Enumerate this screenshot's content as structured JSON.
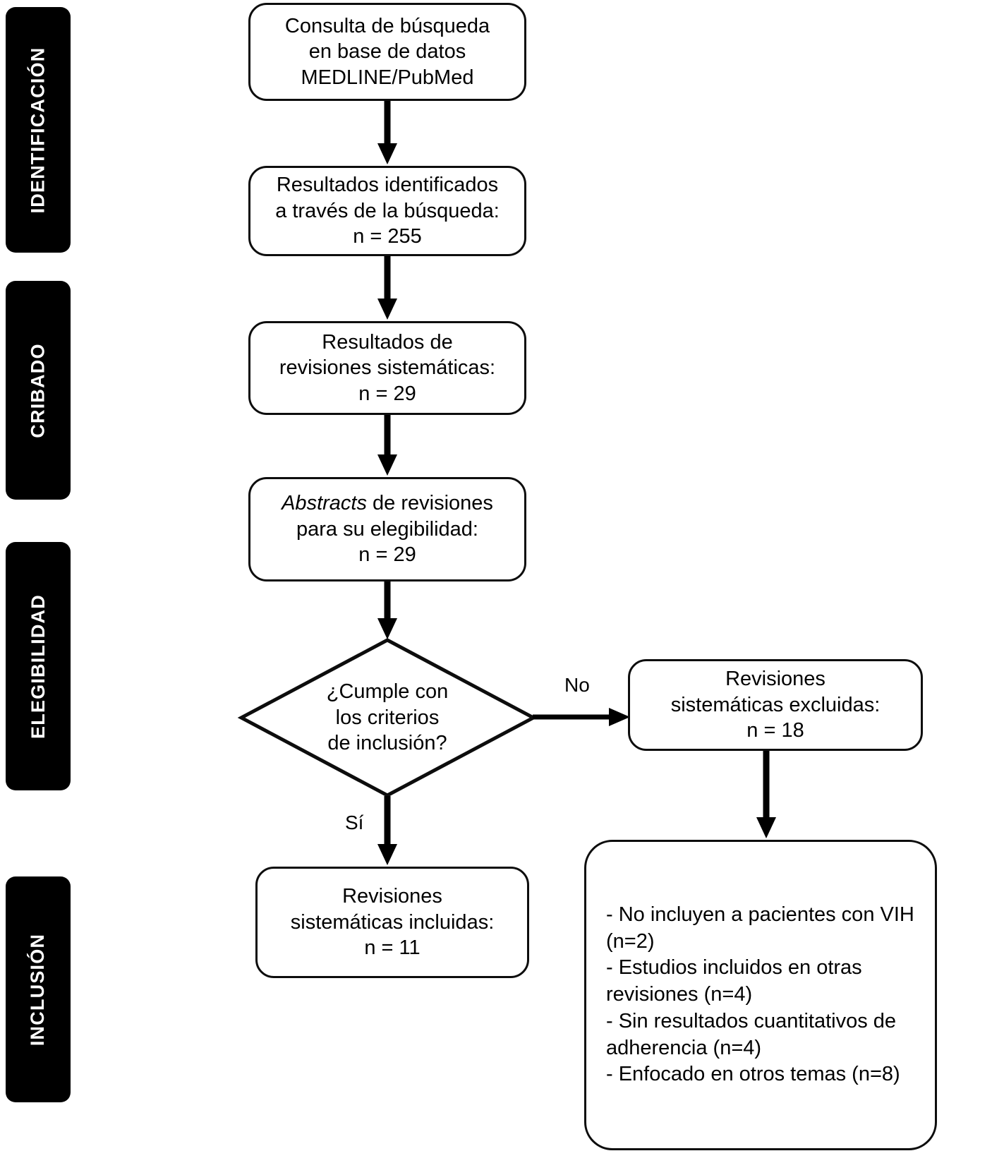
{
  "diagram": {
    "type": "prisma-flow-diagram",
    "language": "es",
    "stages": [
      {
        "id": "identificacion",
        "label": "IDENTIFICACIÓN"
      },
      {
        "id": "cribado",
        "label": "CRIBADO"
      },
      {
        "id": "elegibilidad",
        "label": "ELEGIBILIDAD"
      },
      {
        "id": "inclusion",
        "label": "INCLUSIÓN"
      }
    ],
    "nodes": {
      "search_query": {
        "lines": [
          "Consulta de búsqueda",
          "en base de datos",
          "MEDLINE/PubMed"
        ]
      },
      "identified_results": {
        "lines": [
          "Resultados identificados",
          "a través de la búsqueda:",
          "n = 255"
        ],
        "n": 255
      },
      "systematic_review_results": {
        "lines": [
          "Resultados de",
          "revisiones sistemáticas:",
          "n = 29"
        ],
        "n": 29
      },
      "abstracts_eligibility": {
        "italic_lead": "Abstracts",
        "lines": [
          " de revisiones",
          "para su elegibilidad:",
          "n = 29"
        ],
        "n": 29
      },
      "decision": {
        "lines": [
          "¿Cumple con",
          "los criterios",
          "de inclusión?"
        ]
      },
      "excluded_reviews": {
        "lines": [
          "Revisiones",
          "sistemáticas excluidas:",
          "n = 18"
        ],
        "n": 18
      },
      "included_reviews": {
        "lines": [
          "Revisiones",
          "sistemáticas incluidas:",
          "n = 11"
        ],
        "n": 11
      },
      "exclusion_reasons": {
        "items": [
          {
            "text": "- No incluyen a pacientes con VIH (n=2)",
            "n": 2
          },
          {
            "text": "- Estudios incluidos en otras revisiones (n=4)",
            "n": 4
          },
          {
            "text": "- Sin resultados cuantitativos de adherencia (n=4)",
            "n": 4
          },
          {
            "text": "- Enfocado en otros temas (n=8)",
            "n": 8
          }
        ]
      }
    },
    "edge_labels": {
      "no": "No",
      "si": "Sí"
    },
    "colors": {
      "stage_bar_bg": "#000000",
      "stage_bar_text": "#ffffff",
      "node_border": "#0d0d0d",
      "node_bg": "#ffffff",
      "connector": "#000000",
      "page_bg": "#ffffff"
    }
  }
}
